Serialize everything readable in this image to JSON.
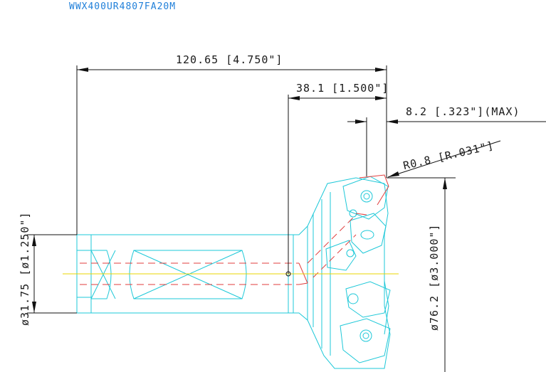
{
  "title": "WWX400UR4807FA20M",
  "dimensions": {
    "overall_length": "120.65 [4.750\"]",
    "head_length": "38.1 [1.500\"]",
    "max_depth": "8.2 [.323\"](MAX)",
    "corner_radius": "R0.8 [R.031\"]",
    "shank_diameter": "ø31.75 [ø1.250\"]",
    "cutter_diameter": "ø76.2 [ø3.000\"]"
  }
}
